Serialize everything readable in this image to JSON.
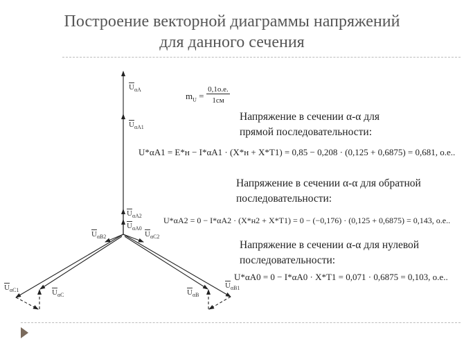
{
  "title": {
    "line1": "Построение векторной диаграммы напряжений",
    "line2": "для данного сечения"
  },
  "scale": {
    "lhs": "m",
    "lhs_sub": "U",
    "eq": "=",
    "numerator": "0,1о.е.",
    "denominator": "1см"
  },
  "sections": [
    {
      "line1": "Напряжение в сечении α-α для",
      "line2": "прямой последовательности:",
      "formula": "U*αA1 = E*н − I*αA1 · (X*н + X*T1) = 0,85 − 0,208 · (0,125 + 0,6875) = 0,681, о.е.."
    },
    {
      "line1": "Напряжение в сечении α-α для обратной",
      "line2": "последовательности:",
      "formula": "U*αA2 = 0 − I*αA2 · (X*н2 + X*T1) = 0 − (−0,176) · (0,125 + 0,6875) = 0,143, о.е.."
    },
    {
      "line1": "Напряжение в сечении α-α для нулевой",
      "line2": "последовательности:",
      "formula": "U*αA0 = 0 − I*αA0 · X*T1 = 0,071 · 0,6875 = 0,103, о.е.."
    }
  ],
  "vector_labels": {
    "UaA": {
      "u": "U",
      "sub": "αA"
    },
    "UaA1": {
      "u": "U",
      "sub": "αA1"
    },
    "UaA2": {
      "u": "U",
      "sub": "αA2"
    },
    "UaA0": {
      "u": "U",
      "sub": "αA0"
    },
    "UaB2": {
      "u": "U",
      "sub": "αB2"
    },
    "UaC2": {
      "u": "U",
      "sub": "αC2"
    },
    "UaC1": {
      "u": "U",
      "sub": "αC1"
    },
    "UaC": {
      "u": "U",
      "sub": "αC"
    },
    "UaB": {
      "u": "U",
      "sub": "αB"
    },
    "UaB1": {
      "u": "U",
      "sub": "αB1"
    }
  }
}
